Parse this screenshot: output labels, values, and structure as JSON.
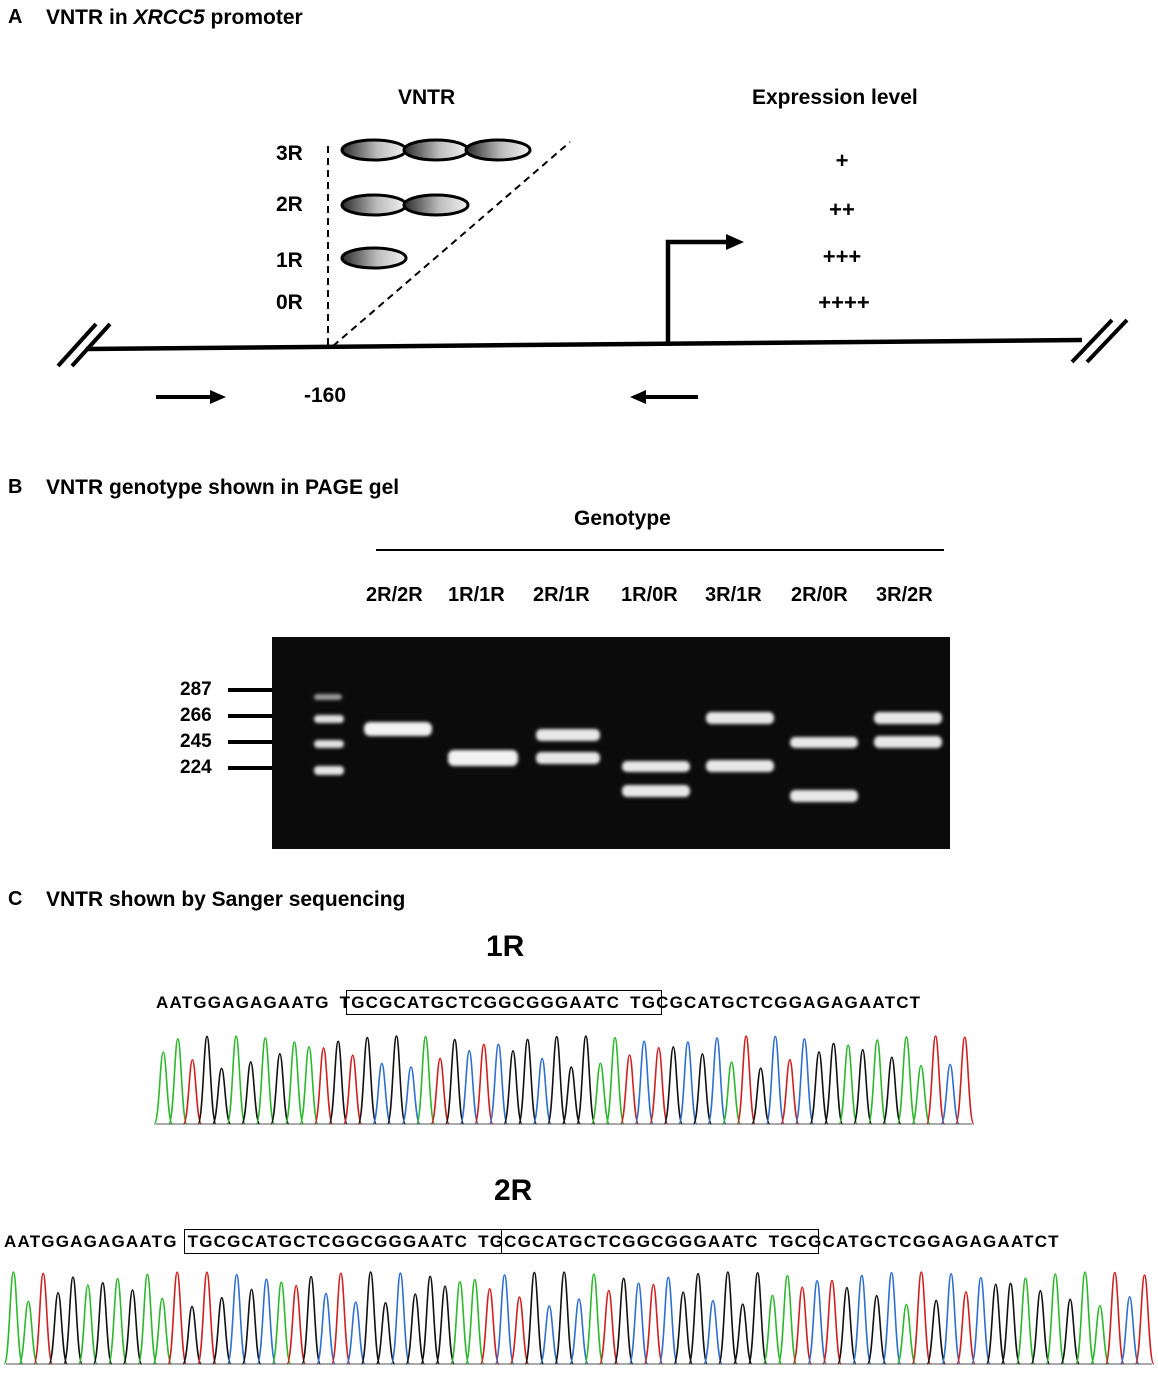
{
  "panel_a": {
    "letter": "A",
    "title_prefix": "VNTR in ",
    "title_gene": "XRCC5",
    "title_suffix": " promoter",
    "vntr_header": "VNTR",
    "expression_header": "Expression level",
    "repeats": [
      {
        "label": "3R",
        "count": 3,
        "expression": "+"
      },
      {
        "label": "2R",
        "count": 2,
        "expression": "++"
      },
      {
        "label": "1R",
        "count": 1,
        "expression": "+++"
      },
      {
        "label": "0R",
        "count": 0,
        "expression": "++++"
      }
    ],
    "position_label": "-160"
  },
  "panel_b": {
    "letter": "B",
    "title": "VNTR genotype shown in PAGE gel",
    "genotype_header": "Genotype",
    "lanes": [
      "2R/2R",
      "1R/1R",
      "2R/1R",
      "1R/0R",
      "3R/1R",
      "2R/0R",
      "3R/2R"
    ],
    "markers": [
      "287",
      "266",
      "245",
      "224"
    ]
  },
  "panel_c": {
    "letter": "C",
    "title": "VNTR shown by Sanger sequencing",
    "traces": [
      {
        "label": "1R",
        "sequence_prefix": "AATGGAGAGAATG",
        "repeat_units": [
          "TGCGCATGCTCGGCGGGAATC"
        ],
        "sequence_suffix": "TGCGCATGCTCGGAGAGAATCT"
      },
      {
        "label": "2R",
        "sequence_prefix": "AATGGAGAGAATG",
        "repeat_units": [
          "TGCGCATGCTCGGCGGGAATC",
          "TGCGCATGCTCGGCGGGAATC"
        ],
        "sequence_suffix": "TGCGCATGCTCGGAGAGAATCT"
      }
    ]
  },
  "colors": {
    "trace_a": "#2db82d",
    "trace_c": "#2f6fd0",
    "trace_g": "#111111",
    "trace_t": "#d02020",
    "gel_background": "#0b0b0b"
  }
}
